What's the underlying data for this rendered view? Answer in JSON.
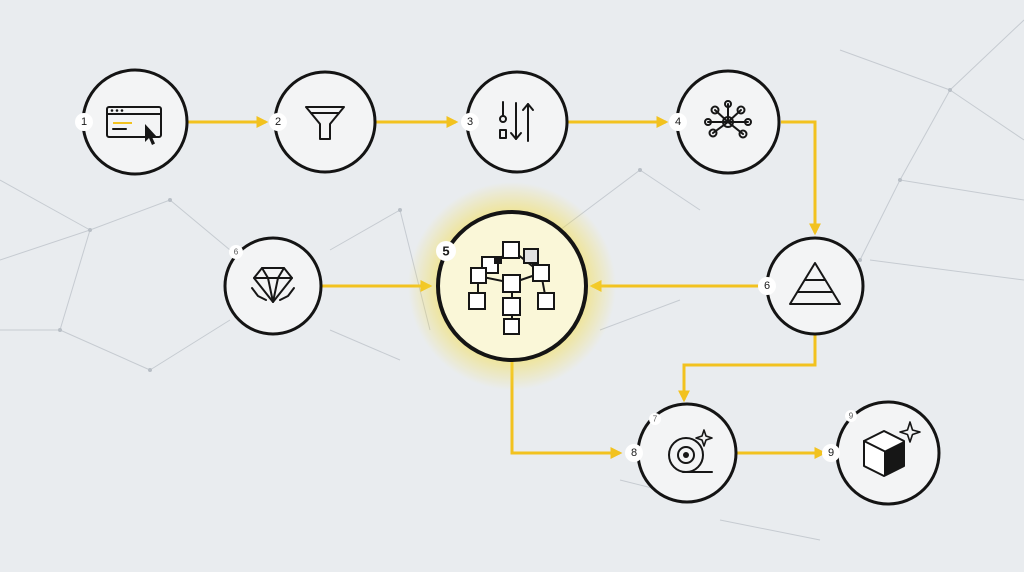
{
  "colors": {
    "background": "#e9ecef",
    "connector": "#f2c21f",
    "outline": "#141414",
    "highlight_glow": "#f5dc3c"
  },
  "nodes": [
    {
      "id": "n1",
      "badge": "1",
      "icon": "browser-cursor-icon"
    },
    {
      "id": "n2",
      "badge": "2",
      "icon": "funnel-icon"
    },
    {
      "id": "n3",
      "badge": "3",
      "icon": "sort-arrows-icon"
    },
    {
      "id": "n4",
      "badge": "4",
      "icon": "network-cluster-icon"
    },
    {
      "id": "n5",
      "badge": "5",
      "icon": "cube-network-icon",
      "highlighted": true
    },
    {
      "id": "n6a",
      "badge": "6",
      "icon": "gem-icon"
    },
    {
      "id": "n6b",
      "badge": "6",
      "icon": "pyramid-icon"
    },
    {
      "id": "n8",
      "badge": "8",
      "badge_secondary": "7",
      "icon": "disc-sparkle-icon"
    },
    {
      "id": "n9",
      "badge": "9",
      "badge_secondary": "9",
      "icon": "cube-sparkle-icon"
    }
  ],
  "edges": [
    {
      "from": "n1",
      "to": "n2"
    },
    {
      "from": "n2",
      "to": "n3"
    },
    {
      "from": "n3",
      "to": "n4"
    },
    {
      "from": "n4",
      "to": "n6b"
    },
    {
      "from": "n6b",
      "to": "n5"
    },
    {
      "from": "n6a",
      "to": "n5"
    },
    {
      "from": "n6b",
      "to": "n8"
    },
    {
      "from": "n5",
      "to": "n8"
    },
    {
      "from": "n8",
      "to": "n9"
    }
  ]
}
